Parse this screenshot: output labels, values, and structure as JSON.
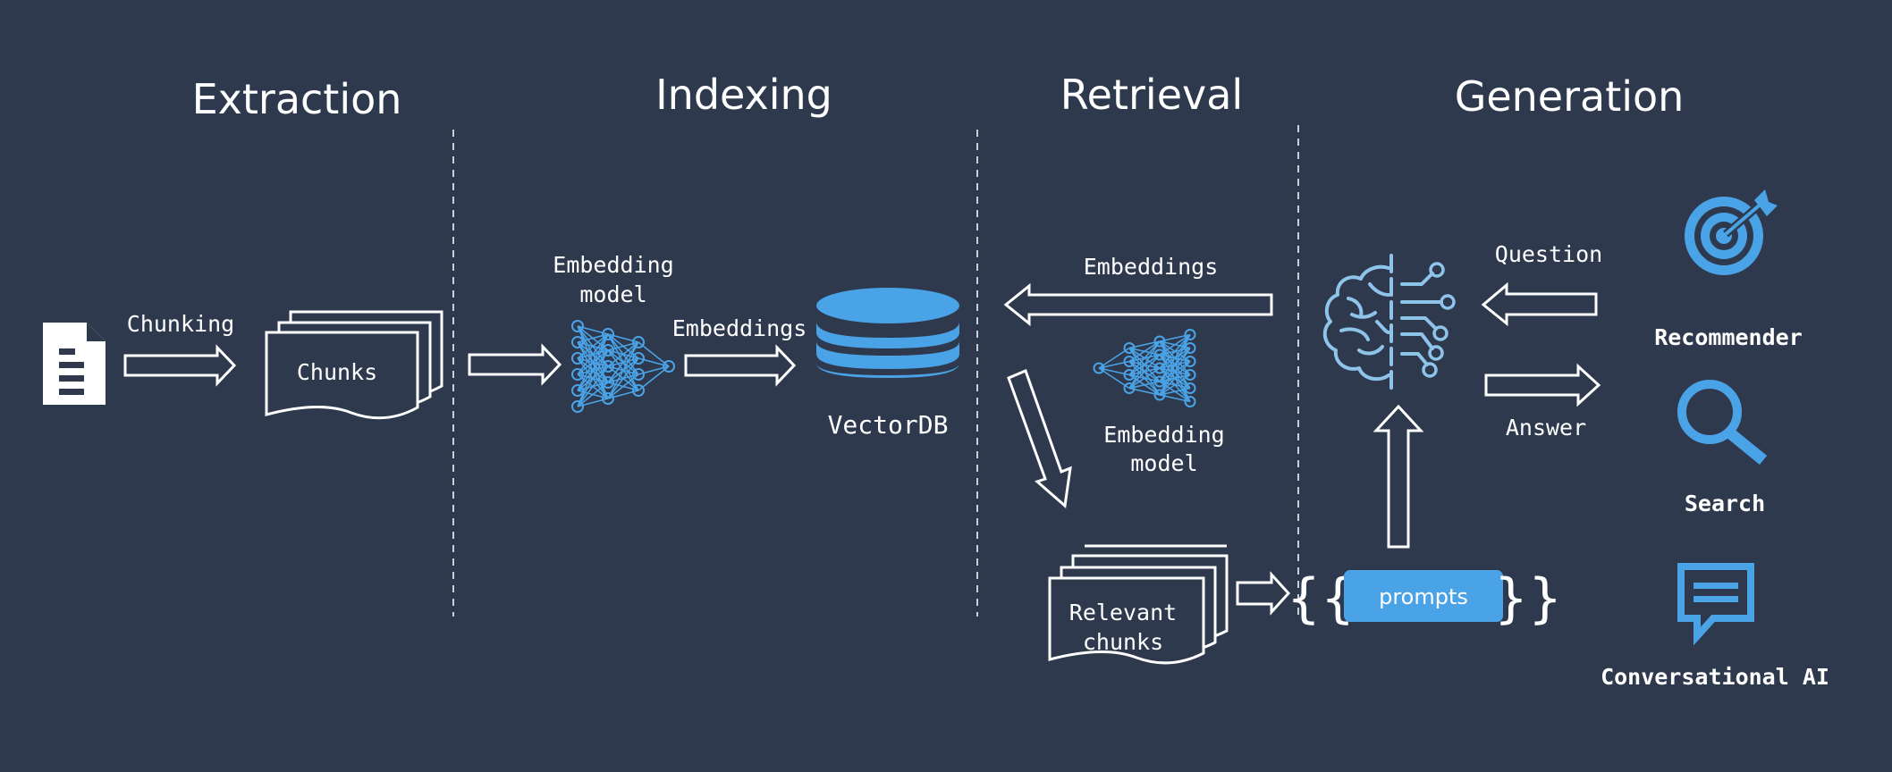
{
  "sections": {
    "extraction": "Extraction",
    "indexing": "Indexing",
    "retrieval": "Retrieval",
    "generation": "Generation"
  },
  "labels": {
    "chunking": "Chunking",
    "chunks": "Chunks",
    "embedding_model_1": "Embedding",
    "embedding_model_2": "model",
    "embeddings_index": "Embeddings",
    "vectordb": "VectorDB",
    "embeddings_retrieval": "Embeddings",
    "embedding_model_r1": "Embedding",
    "embedding_model_r2": "model",
    "relevant_1": "Relevant",
    "relevant_2": "chunks",
    "prompts": "prompts",
    "question": "Question",
    "answer": "Answer"
  },
  "applications": [
    {
      "label": "Recommender",
      "icon": "target-icon"
    },
    {
      "label": "Search",
      "icon": "magnifier-icon"
    },
    {
      "label": "Conversational AI",
      "icon": "chat-icon"
    }
  ],
  "colors": {
    "background": "#2e394e",
    "accent": "#4aa3e6",
    "foreground": "#ffffff"
  }
}
